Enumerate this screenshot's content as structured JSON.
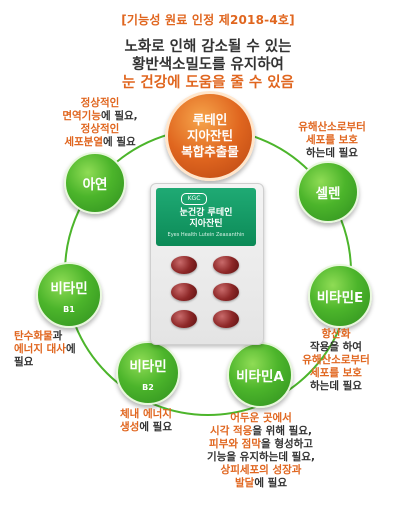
{
  "header": {
    "badge": "[기능성 원료 인정 제2018-4호]",
    "line1": "노화로 인해 감소될 수 있는",
    "line2": "황반색소밀도를 유지하여",
    "line3": "눈 건강에 도움을 줄 수 있음"
  },
  "colors": {
    "green": "#4cb52b",
    "orange": "#e0661f",
    "text": "#333333"
  },
  "center": {
    "line1": "루테인",
    "line2": "지아잔틴",
    "line3": "복합추출물"
  },
  "nutrients": {
    "zinc": {
      "name": "아연",
      "d1": "정상적인",
      "d2a": "면역기능",
      "d2b": "에 필요,",
      "d3": "정상적인",
      "d4a": "세포분열",
      "d4b": "에 필요"
    },
    "selenium": {
      "name": "셀렌",
      "d1": "유해산소로부터",
      "d2": "세포를 보호",
      "d3": "하는데 필요"
    },
    "vitb1": {
      "name": "비타민",
      "sub": "B1",
      "d1a": "탄수화물",
      "d1b": "과",
      "d2": "에너지 대사",
      "d2b": "에",
      "d3": "필요"
    },
    "vite": {
      "name": "비타민E",
      "d1": "항산화",
      "d2": "작용을 하여",
      "d3": "유해산소로부터",
      "d4": "세포를 보호",
      "d5": "하는데 필요"
    },
    "vitb2": {
      "name": "비타민",
      "sub": "B2",
      "d1": "체내 에너지",
      "d2a": "생성",
      "d2b": "에 필요"
    },
    "vita": {
      "name": "비타민A",
      "d1": "어두운 곳에서",
      "d2a": "시각 적응",
      "d2b": "을 위해 필요,",
      "d3a": "피부와 점막",
      "d3b": "을 형성",
      "d3c": "하고",
      "d4": "기능을 유지하는데 필요,",
      "d5": "상피세포의 성장과",
      "d6a": "발달",
      "d6b": "에 필요"
    }
  },
  "product": {
    "logo": "KGC",
    "title1": "눈건강 루테인",
    "title2": "지아잔틴",
    "subtitle": "Eyes Health Lutein Zeaxanthin"
  }
}
